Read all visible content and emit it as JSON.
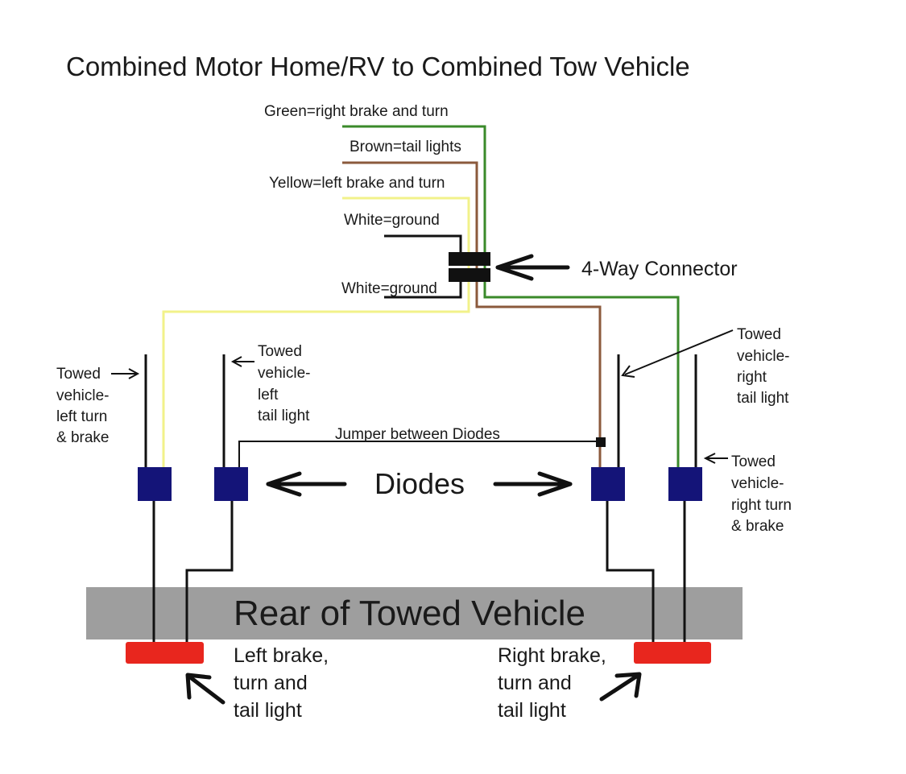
{
  "title": "Combined Motor Home/RV to Combined Tow Vehicle",
  "wires": {
    "green": "Green=right brake and turn",
    "brown": "Brown=tail lights",
    "yellow": "Yellow=left brake and turn",
    "white_top": "White=ground",
    "white_bottom": "White=ground"
  },
  "connector_label": "4-Way Connector",
  "jumper_label": "Jumper between Diodes",
  "diodes_label": "Diodes",
  "rear_label": "Rear of Towed Vehicle",
  "left_turn_label": [
    "Towed",
    "vehicle-",
    "left turn",
    "& brake"
  ],
  "left_tail_label": [
    "Towed",
    "vehicle-",
    "left",
    "tail light"
  ],
  "right_tail_label": [
    "Towed",
    "vehicle-",
    "right",
    "tail light"
  ],
  "right_turn_label": [
    "Towed",
    "vehicle-",
    "right turn",
    "& brake"
  ],
  "left_light_label": [
    "Left brake,",
    "turn and",
    "tail light"
  ],
  "right_light_label": [
    "Right brake,",
    "turn and",
    "tail light"
  ],
  "colors": {
    "green_wire": "#3a8a2a",
    "brown_wire": "#8b5a3c",
    "yellow_wire": "#f2f28a",
    "diode": "#141478",
    "bumper": "#9e9e9e",
    "tail_light": "#e8261e"
  }
}
